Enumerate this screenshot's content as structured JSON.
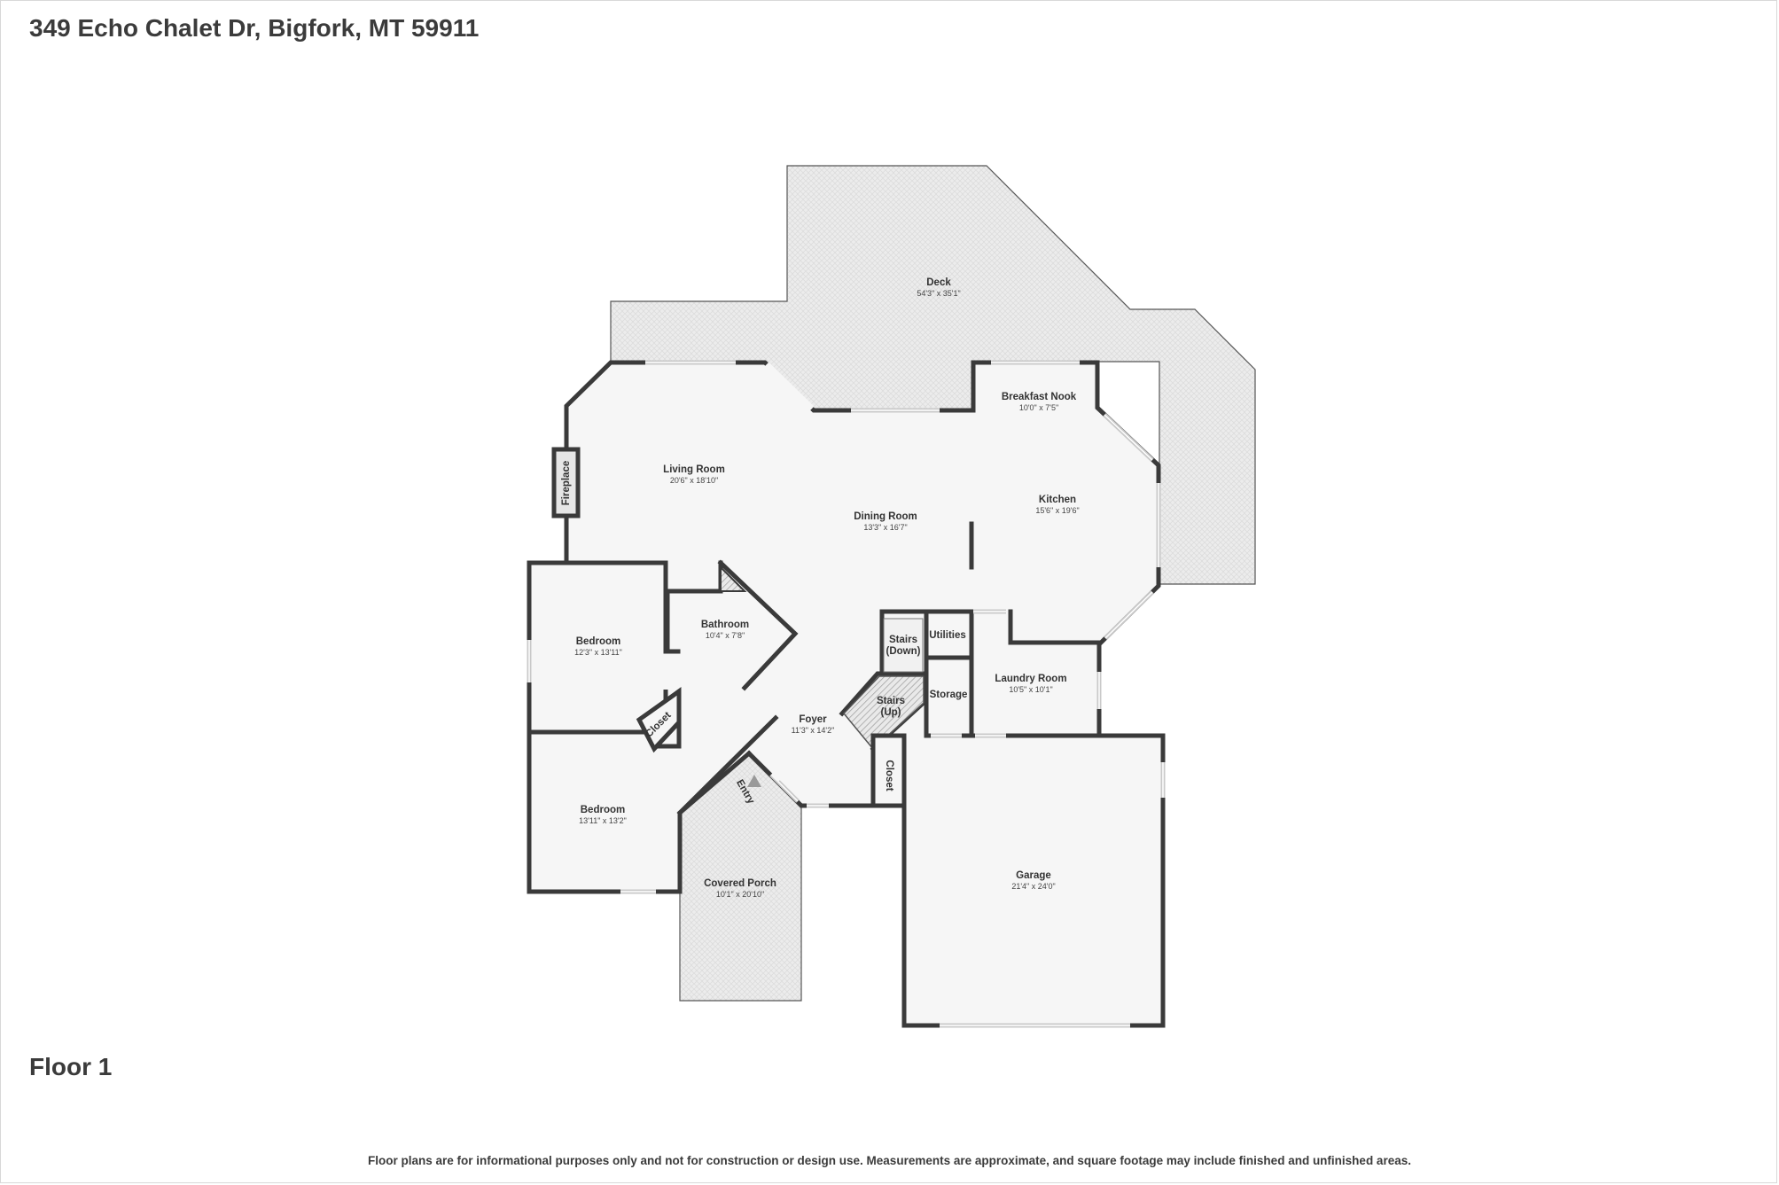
{
  "header": {
    "address": "349 Echo Chalet Dr, Bigfork, MT 59911"
  },
  "floor_label": "Floor 1",
  "disclaimer": "Floor plans are for informational purposes only and not for construction or design use. Measurements are approximate, and square footage may include finished and unfinished areas.",
  "rooms": {
    "deck": {
      "name": "Deck",
      "dims": "54'3\" x 35'1\""
    },
    "breakfast_nook": {
      "name": "Breakfast Nook",
      "dims": "10'0\" x 7'5\""
    },
    "living_room": {
      "name": "Living Room",
      "dims": "20'6\" x 18'10\""
    },
    "dining_room": {
      "name": "Dining Room",
      "dims": "13'3\" x 16'7\""
    },
    "kitchen": {
      "name": "Kitchen",
      "dims": "15'6\" x 19'6\""
    },
    "bedroom_1": {
      "name": "Bedroom",
      "dims": "12'3\" x 13'11\""
    },
    "bathroom": {
      "name": "Bathroom",
      "dims": "10'4\" x 7'8\""
    },
    "laundry_room": {
      "name": "Laundry Room",
      "dims": "10'5\" x 10'1\""
    },
    "foyer": {
      "name": "Foyer",
      "dims": "11'3\" x 14'2\""
    },
    "bedroom_2": {
      "name": "Bedroom",
      "dims": "13'11\" x 13'2\""
    },
    "covered_porch": {
      "name": "Covered Porch",
      "dims": "10'1\" x 20'10\""
    },
    "garage": {
      "name": "Garage",
      "dims": "21'4\" x 24'0\""
    }
  },
  "labels": {
    "fireplace": "Fireplace",
    "utilities": "Utilities",
    "stairs_down_1": "Stairs",
    "stairs_down_2": "(Down)",
    "stairs_up_1": "Stairs",
    "stairs_up_2": "(Up)",
    "storage": "Storage",
    "closet_bedroom": "Closet",
    "closet_foyer": "Closet",
    "entry": "Entry"
  }
}
